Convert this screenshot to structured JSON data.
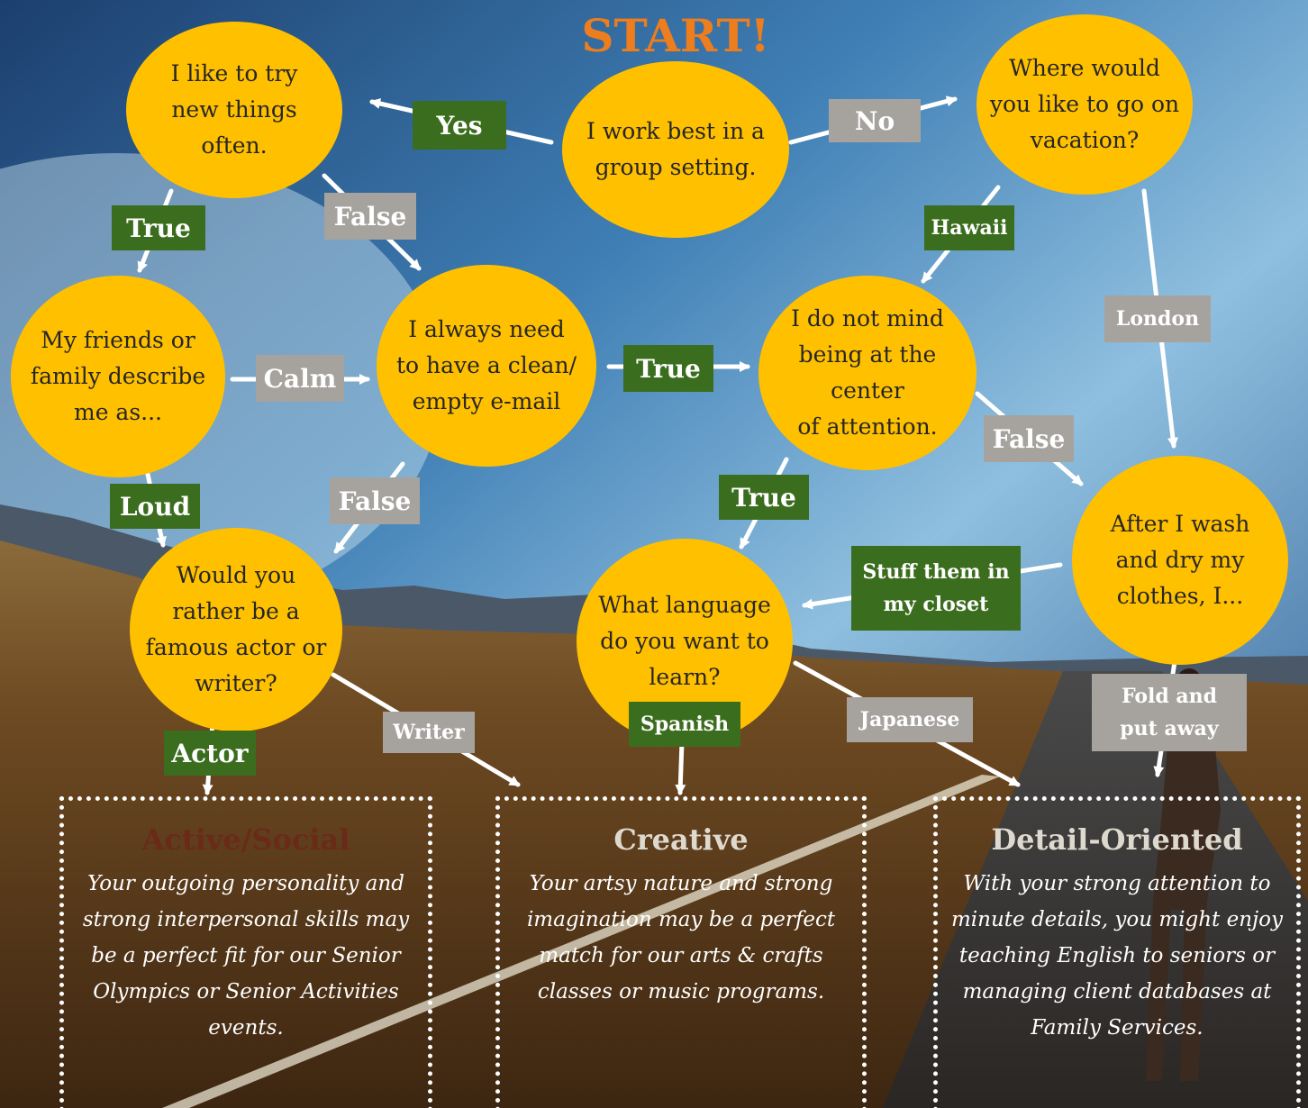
{
  "title": "START!",
  "colors": {
    "title": "#ee7d1d",
    "node_fill": "#ffc000",
    "label_green": "#3b6d1e",
    "label_grey": "#a6a39e",
    "arrow": "#ffffff",
    "result_title_active": "#6b2a17",
    "result_title_creative": "#ded9cf",
    "result_title_detail": "#ded9cf"
  },
  "nodes": {
    "start": "I work best in a\ngroup setting.",
    "try_new": "I like to try\nnew things\noften.",
    "vacation": "Where would\nyou like to go on\nvacation?",
    "friends": "My friends or\nfamily describe\nme as...",
    "email": "I always need\nto have a clean/\nempty e-mail",
    "attention": "I do not mind\nbeing at the center\nof  attention.",
    "actor_writer": "Would you\nrather be a\nfamous actor or\nwriter?",
    "language": "What language\ndo you want to\nlearn?",
    "clothes": "After I wash\nand dry my\nclothes, I..."
  },
  "labels": {
    "yes": "Yes",
    "no": "No",
    "true_1": "True",
    "false_1": "False",
    "hawaii": "Hawaii",
    "london": "London",
    "calm": "Calm",
    "true_2": "True",
    "false_2": "False",
    "loud": "Loud",
    "false_3": "False",
    "true_3": "True",
    "stuff": "Stuff them in\nmy closet",
    "fold": "Fold and\nput away",
    "actor": "Actor",
    "writer": "Writer",
    "spanish": "Spanish",
    "japanese": "Japanese"
  },
  "results": {
    "active": {
      "title": "Active/Social",
      "text": "Your outgoing personality and strong interpersonal skills may be a perfect fit for our Senior Olympics or Senior Activities events."
    },
    "creative": {
      "title": "Creative",
      "text": "Your artsy nature and strong imagination may be a perfect match for our arts & crafts classes or music programs."
    },
    "detail": {
      "title": "Detail-Oriented",
      "text": "With your strong attention to minute details, you might enjoy teaching English to seniors or managing client databases at Family Services."
    }
  }
}
